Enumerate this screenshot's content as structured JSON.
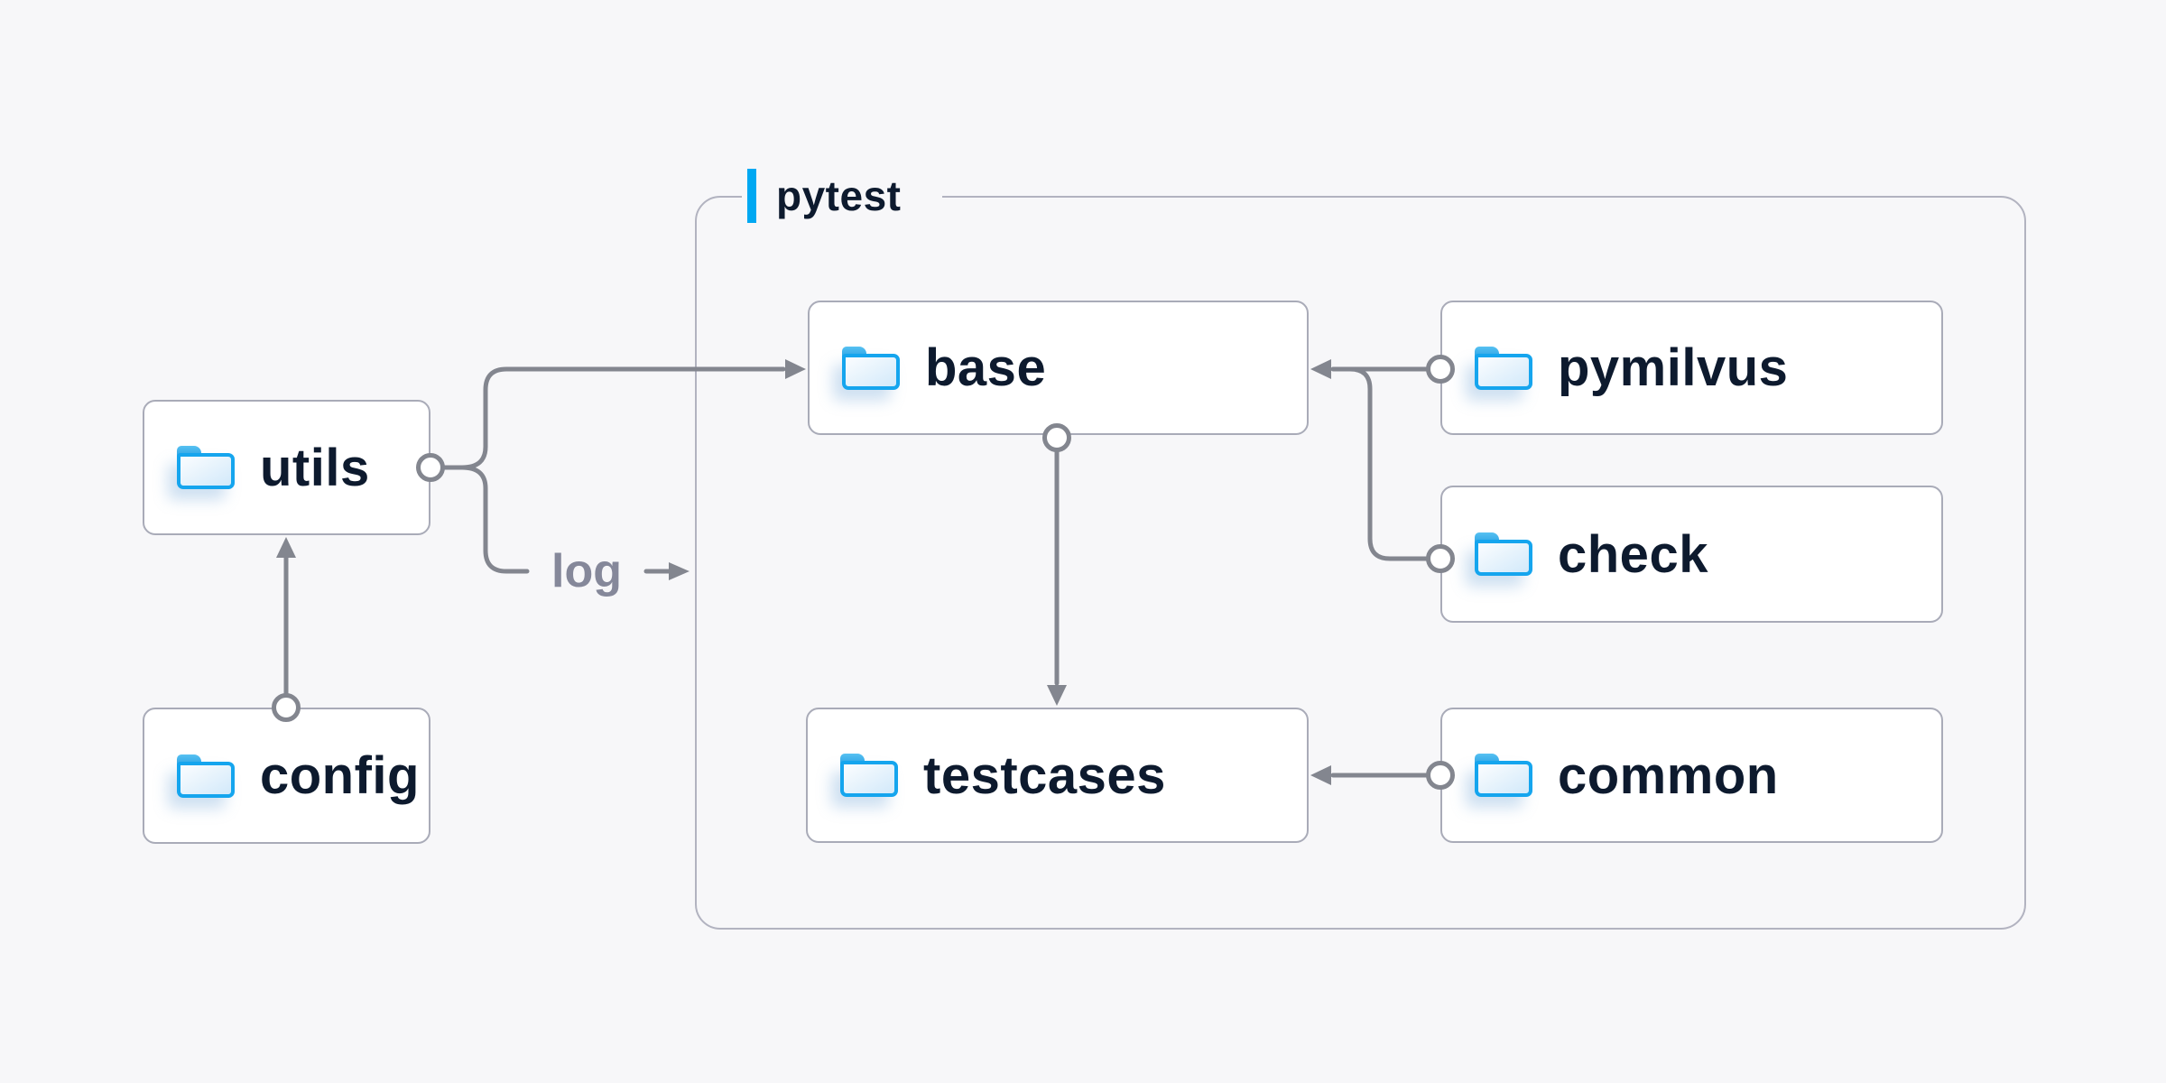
{
  "diagram": {
    "background": "#f7f7f9",
    "group": {
      "title": "pytest",
      "accent_color": "#00a8f2",
      "children": [
        "base",
        "pymilvus",
        "check",
        "testcases",
        "common"
      ]
    },
    "nodes": {
      "utils": {
        "label": "utils",
        "icon": "folder-icon"
      },
      "config": {
        "label": "config",
        "icon": "folder-icon"
      },
      "base": {
        "label": "base",
        "icon": "folder-icon"
      },
      "pymilvus": {
        "label": "pymilvus",
        "icon": "folder-icon"
      },
      "check": {
        "label": "check",
        "icon": "folder-icon"
      },
      "testcases": {
        "label": "testcases",
        "icon": "folder-icon"
      },
      "common": {
        "label": "common",
        "icon": "folder-icon"
      }
    },
    "edge_labels": {
      "log": "log"
    },
    "edges": [
      {
        "from": "config",
        "to": "utils",
        "style": "arrow"
      },
      {
        "from": "utils",
        "to": "base",
        "style": "arrow"
      },
      {
        "from": "utils",
        "to": "log",
        "style": "labeled-arrow",
        "label": "log"
      },
      {
        "from": "pymilvus",
        "to": "base",
        "style": "arrow"
      },
      {
        "from": "check",
        "to": "base",
        "style": "arrow-merges-with-pymilvus"
      },
      {
        "from": "base",
        "to": "testcases",
        "style": "arrow"
      },
      {
        "from": "common",
        "to": "testcases",
        "style": "arrow"
      }
    ],
    "colors": {
      "node_background": "#ffffff",
      "node_border": "#a9abb8",
      "group_border": "#b2b3c0",
      "wire": "#83868f",
      "node_text": "#0d1a2e",
      "edge_label_text": "#85889a",
      "folder_blue": "#15a5ee",
      "accent_blue": "#00a8f2"
    }
  }
}
